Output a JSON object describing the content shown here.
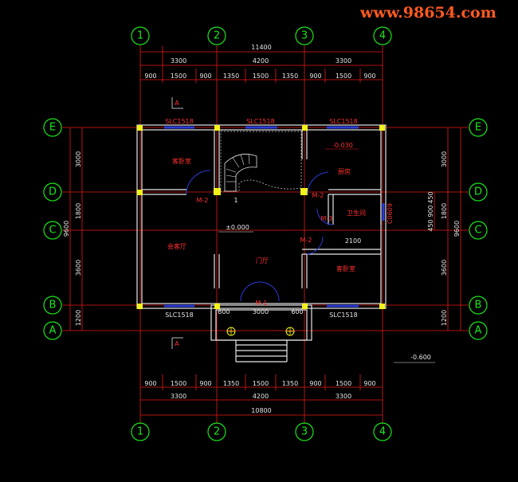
{
  "watermark": "www.98654.com",
  "axes_cols": [
    "1",
    "2",
    "3",
    "4"
  ],
  "axes_rows": [
    "E",
    "D",
    "C",
    "B",
    "A"
  ],
  "dims_top": {
    "total": "11400",
    "mid": [
      "3300",
      "4200",
      "3300"
    ],
    "fine": [
      "900",
      "1500",
      "900",
      "1350",
      "1500",
      "1350",
      "900",
      "1500",
      "900"
    ]
  },
  "dims_bottom": {
    "total": "10800",
    "mid": [
      "3300",
      "4200",
      "3300"
    ],
    "fine": [
      "900",
      "1500",
      "900",
      "1350",
      "1500",
      "1350",
      "900",
      "1500",
      "900"
    ]
  },
  "dims_left": {
    "total": "9600",
    "parts": [
      "3000",
      "1800",
      "3600",
      "1200"
    ]
  },
  "dims_right": {
    "total": "9600",
    "parts": [
      "3000",
      "1800",
      "3600",
      "1200"
    ],
    "inner": [
      "450",
      "900",
      "450"
    ]
  },
  "window_labels": [
    "SLC1518",
    "SLC1518",
    "SLC1518",
    "SLC1518",
    "SLC1518"
  ],
  "rooms": {
    "guest_room_nw": "客卧室",
    "kitchen": "厨房",
    "bathroom": "卫生间",
    "living_room": "会客厅",
    "foyer": "门厅",
    "guest_room_se": "客卧室"
  },
  "levels": {
    "kitchen": "-0.030",
    "living": "±0.000",
    "outdoor": "-0.600"
  },
  "doors": {
    "m2_left": "M-2",
    "m2_right": "M-2",
    "m2_lower": "M-2",
    "m3": "M-3",
    "m1": "M-1"
  },
  "misc": {
    "stair_number": "1",
    "porch": [
      "600",
      "3000",
      "600"
    ],
    "bath_width": "2100",
    "bath_window": "C0609",
    "section_mark": "A"
  }
}
